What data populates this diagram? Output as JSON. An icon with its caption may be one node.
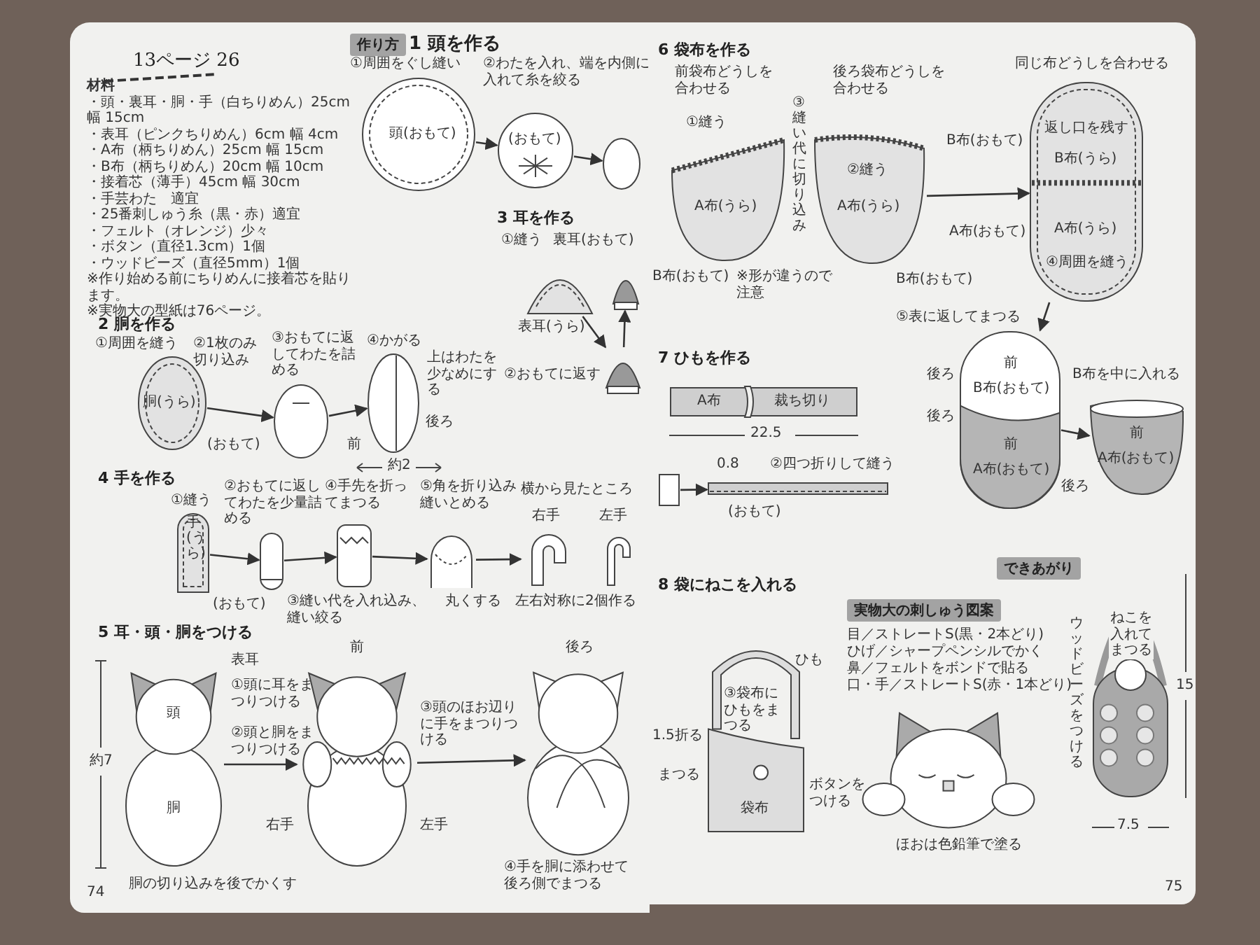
{
  "diagram": {
    "nodes": [
      {
        "text": [
          "頭(おもて)"
        ],
        "beside": [
          "①周囲をぐし縫い"
        ]
      },
      {
        "text": [
          "(おもて)"
        ]
      },
      {
        "text": [],
        "shape": "circle"
      },
      {
        "text": [],
        "shape": "picture",
        "beside": [
          "①縫う",
          "裏耳(おもて)",
          "表耳(うら)"
        ]
      },
      {
        "text": [],
        "shape": "picture",
        "beside": [
          "②おもてに返す"
        ]
      },
      {
        "text": [],
        "shape": "picture"
      },
      {
        "text": [
          "胴(うら)"
        ],
        "beside": [
          "①周囲を縫う",
          "②1枚のみ切り込み",
          "(おもて)"
        ]
      },
      {
        "text": [],
        "shape": "picture",
        "beside": [
          "③おもてに返してわたを詰める"
        ]
      },
      {
        "text": [],
        "shape": "picture",
        "beside": [
          "④かがる",
          "上はわたを少なめにする",
          "前",
          "後ろ"
        ]
      },
      {
        "text": [
          "手(うら)"
        ],
        "beside": [
          "①縫う",
          "(おもて)"
        ]
      },
      {
        "text": [],
        "shape": "picture",
        "beside": [
          "②おもてに返してわたを少量詰める"
        ]
      },
      {
        "text": [],
        "shape": "picture",
        "beside": [
          "④手先を折ってまつる",
          "③縫い代を入れ込み、縫い絞る"
        ]
      },
      {
        "text": [],
        "shape": "picture",
        "beside": [
          "⑤角を折り込み縫いとめる",
          "丸くする"
        ]
      },
      {
        "text": [],
        "shape": "picture",
        "beside": [
          "横から見たところ",
          "右手",
          "左手",
          "左右対称に2個作る"
        ]
      },
      {
        "text": [
          "頭",
          "胴"
        ],
        "beside": [
          "表耳",
          "胴の切り込みを後でかくす"
        ]
      },
      {
        "text": [],
        "shape": "picture",
        "beside": [
          "前",
          "③頭のほお辺りに手をまつりつける",
          "右手",
          "左手"
        ]
      },
      {
        "text": [],
        "shape": "picture",
        "beside": [
          "後ろ",
          "④手を胴に添わせて後ろ側でまつる"
        ]
      },
      {
        "text": [
          "A布(うら)"
        ],
        "beside": [
          "前袋布どうしを合わせる",
          "①縫う",
          "B布(おもて)",
          "※形が違うので注意"
        ]
      },
      {
        "text": [
          "②縫う",
          "A布(うら)"
        ],
        "beside": [
          "後ろ袋布どうしを合わせる",
          "B布(おもて)"
        ]
      },
      {
        "text": [
          "返し口を残す",
          "B布(うら)",
          "A布(うら)",
          "④周囲を縫う"
        ],
        "beside": [
          "同じ布どうしを合わせる",
          "B布(おもて)",
          "A布(おもて)"
        ]
      },
      {
        "text": [
          "前",
          "B布(おもて)",
          "前",
          "A布(おもて)"
        ],
        "beside": [
          "⑤表に返してまつる",
          "後ろ",
          "後ろ"
        ]
      },
      {
        "text": [
          "前",
          "A布(おもて)"
        ],
        "beside": [
          "B布を中に入れる",
          "後ろ"
        ]
      },
      {
        "text": [
          "A布",
          "裁ち切り"
        ]
      },
      {
        "text": [],
        "shape": "box"
      },
      {
        "text": [],
        "shape": "bar",
        "beside": [
          "0.8",
          "②四つ折りして縫う",
          "(おもて)"
        ]
      },
      {
        "text": [
          "③袋布にひもをまつる",
          "袋布"
        ],
        "beside": [
          "ひも",
          "1.5折る",
          "まつる",
          "ボタンをつける"
        ]
      },
      {
        "text": [],
        "shape": "picture",
        "beside": [
          "ほおは色鉛筆で塗る"
        ]
      },
      {
        "text": [
          "ねこを入れてまつる"
        ],
        "beside": [
          "ウッドビーズをつける"
        ]
      }
    ],
    "edges": [
      {
        "from": 0,
        "to": 1,
        "arrow": "to"
      },
      {
        "from": 1,
        "to": 2,
        "arrow": "to"
      },
      {
        "from": 3,
        "to": 4,
        "arrow": "to"
      },
      {
        "from": 4,
        "to": 5,
        "arrow": "to"
      },
      {
        "from": 6,
        "to": 7,
        "arrow": "to"
      },
      {
        "from": 7,
        "to": 8,
        "arrow": "to"
      },
      {
        "from": 9,
        "to": 10,
        "arrow": "to"
      },
      {
        "from": 10,
        "to": 11,
        "arrow": "to"
      },
      {
        "from": 11,
        "to": 12,
        "arrow": "to"
      },
      {
        "from": 12,
        "to": 13,
        "arrow": "to"
      },
      {
        "from": 14,
        "to": 15,
        "arrow": "to"
      },
      {
        "from": 15,
        "to": 16,
        "arrow": "to"
      },
      {
        "from": 18,
        "to": 19,
        "arrow": "to"
      },
      {
        "from": 19,
        "to": 20,
        "arrow": "to"
      },
      {
        "from": 20,
        "to": 21,
        "arrow": "to"
      },
      {
        "from": 23,
        "to": 24,
        "arrow": "to"
      }
    ],
    "labels": [
      "作り方",
      "1 頭を作る",
      "13ページ 26",
      "材料",
      "・頭・裏耳・胴・手（白ちりめん）25cm 幅 15cm",
      "・表耳（ピンクちりめん）6cm 幅 4cm",
      "・A布（柄ちりめん）25cm 幅 15cm",
      "・B布（柄ちりめん）20cm 幅 10cm",
      "・接着芯（薄手）45cm 幅 30cm",
      "・手芸わた　適宜",
      "・25番刺しゅう糸（黒・赤）適宜",
      "・フェルト（オレンジ）少々",
      "・ボタン（直径1.3cm）1個",
      "・ウッドビーズ（直径5mm）1個",
      "※作り始める前にちりめんに接着芯を貼ります。",
      "※実物大の型紙は76ページ。",
      "3 耳を作る",
      "2 胴を作る",
      "約2",
      "4 手を作る",
      "5 耳・頭・胴をつける",
      "約7",
      "74",
      "6 袋布を作る",
      "③縫い代に切り込み",
      "7 ひもを作る",
      "22.5",
      "8 袋にねこを入れる",
      "できあがり",
      "実物大の刺しゅう図案",
      "目／ストレートS(黒・2本どり)",
      "ひげ／シャープペンシルでかく",
      "鼻／フェルトをボンドで貼る",
      "口・手／ストレートS(赤・1本どり)",
      "15",
      "7.5",
      "75",
      "②わたを入れ、端を内側に入れて糸を絞る",
      "①頭に耳をまつりつける",
      "②頭と胴をまつりつける"
    ]
  }
}
